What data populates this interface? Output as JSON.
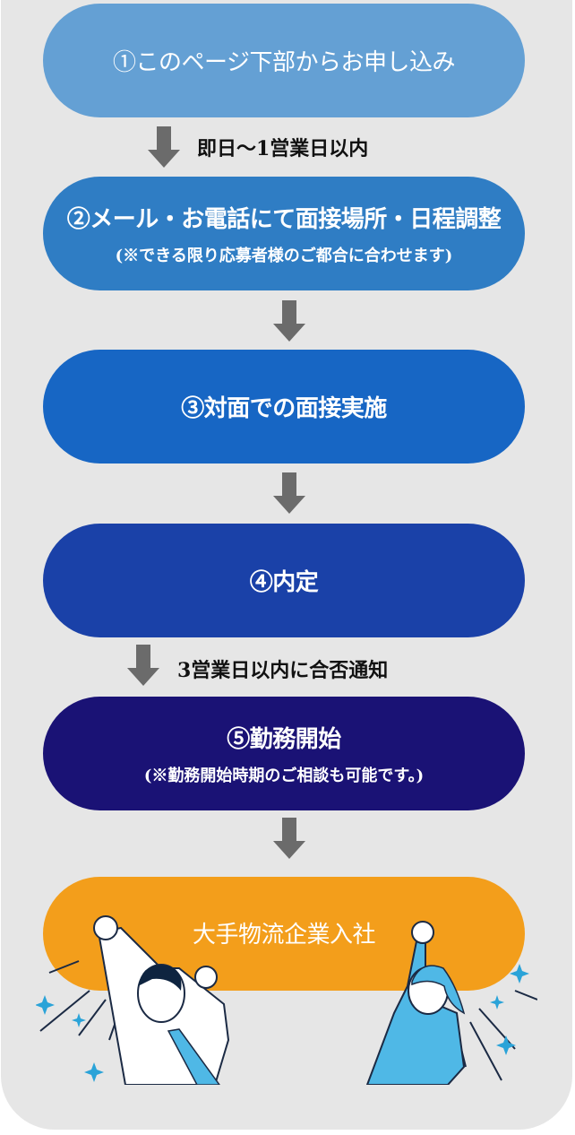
{
  "steps": [
    {
      "title": "①このページ下部からお申し込み",
      "color": "#64a0d4"
    },
    {
      "title": "②メール・お電話にて面接場所・日程調整",
      "sub": "(※できる限り応募者様のご都合に合わせます)",
      "color": "#2f7dc4"
    },
    {
      "title": "③対面での面接実施",
      "color": "#1766c4"
    },
    {
      "title": "④内定",
      "color": "#1a41a8"
    },
    {
      "title": "⑤勤務開始",
      "sub": "(※勤務開始時期のご相談も可能です。)",
      "color": "#1a1275"
    },
    {
      "title": "大手物流企業入社",
      "color": "#f39e1b"
    }
  ],
  "notes": {
    "after_step1": "即日〜1営業日以内",
    "after_step4": "3営業日以内に合否通知"
  }
}
